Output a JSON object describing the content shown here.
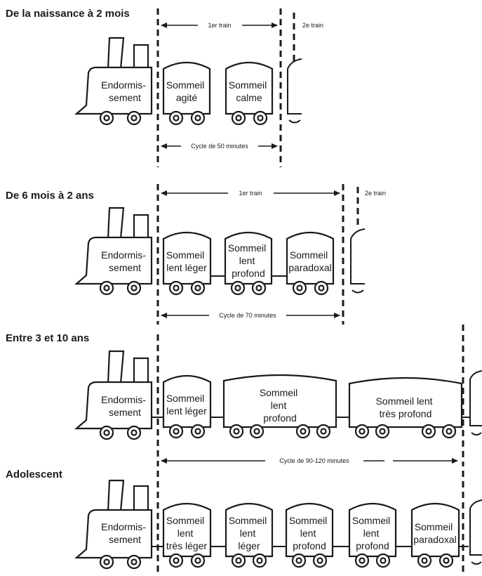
{
  "sections": [
    {
      "title": "De la naissance à 2 mois",
      "locomotive": [
        "Endormis-",
        "sement"
      ],
      "cars": [
        [
          "Sommeil",
          "agité"
        ],
        [
          "Sommeil",
          "calme"
        ]
      ],
      "train1": "1er train",
      "train2": "2e train",
      "cycle": "Cycle de 50 minutes"
    },
    {
      "title": "De 6 mois  à 2 ans",
      "locomotive": [
        "Endormis-",
        "sement"
      ],
      "cars": [
        [
          "Sommeil",
          "lent léger"
        ],
        [
          "Sommeil",
          "lent",
          "profond"
        ],
        [
          "Sommeil",
          "paradoxal"
        ]
      ],
      "train1": "1er train",
      "train2": "2e train",
      "cycle": "Cycle de 70 minutes"
    },
    {
      "title": "Entre 3 et 10 ans",
      "locomotive": [
        "Endormis-",
        "sement"
      ],
      "cars": [
        [
          "Sommeil",
          "lent léger"
        ],
        [
          "Sommeil",
          "lent",
          "profond"
        ],
        [
          "Sommeil lent",
          "très profond"
        ]
      ],
      "cycle": "Cycle de 90-120 minutes"
    },
    {
      "title": "Adolescent",
      "locomotive": [
        "Endormis-",
        "sement"
      ],
      "cars": [
        [
          "Sommeil",
          "lent",
          "très léger"
        ],
        [
          "Sommeil",
          "lent",
          "léger"
        ],
        [
          "Sommeil",
          "lent",
          "profond"
        ],
        [
          "Sommeil",
          "lent",
          "profond"
        ],
        [
          "Sommeil",
          "paradoxal"
        ]
      ]
    }
  ]
}
